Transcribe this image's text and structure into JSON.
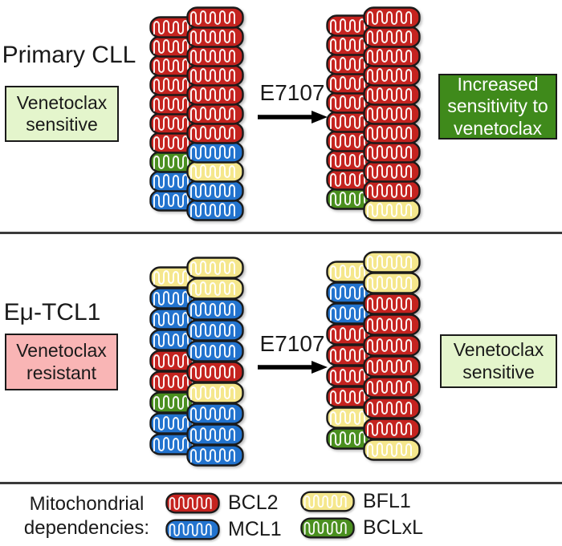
{
  "colors": {
    "red": "#C4231F",
    "blue": "#2273CE",
    "yellow": "#F5E78C",
    "green": "#4A8F1F",
    "light_green_box": "#E4F5CC",
    "dark_green_box": "#3F8A1B",
    "pink_box": "#F9B5B5"
  },
  "panels": [
    {
      "id": "primary-cll",
      "title": "Primary CLL",
      "condition_box": {
        "lines": [
          "Venetoclax",
          "sensitive"
        ],
        "style": "light-green"
      },
      "treatment_label": "E7107",
      "before_stack": {
        "back": [
          "red",
          "red",
          "red",
          "red",
          "red",
          "red",
          "red",
          "green",
          "blue",
          "blue"
        ],
        "front": [
          "red",
          "red",
          "red",
          "red",
          "red",
          "red",
          "red",
          "blue",
          "yellow",
          "blue",
          "blue"
        ]
      },
      "after_stack": {
        "back": [
          "red",
          "red",
          "red",
          "red",
          "red",
          "red",
          "red",
          "red",
          "red",
          "green"
        ],
        "front": [
          "red",
          "red",
          "red",
          "red",
          "red",
          "red",
          "red",
          "red",
          "red",
          "red",
          "yellow"
        ]
      },
      "outcome_box": {
        "lines": [
          "Increased",
          "sensitivity to",
          "venetoclax"
        ],
        "style": "dark-green"
      }
    },
    {
      "id": "emu-tcl1",
      "title": "Eμ-TCL1",
      "condition_box": {
        "lines": [
          "Venetoclax",
          "resistant"
        ],
        "style": "pink"
      },
      "treatment_label": "E7107",
      "before_stack": {
        "back": [
          "yellow",
          "blue",
          "blue",
          "blue",
          "red",
          "red",
          "green",
          "blue",
          "blue"
        ],
        "front": [
          "yellow",
          "yellow",
          "blue",
          "blue",
          "blue",
          "red",
          "yellow",
          "blue",
          "blue",
          "blue"
        ]
      },
      "after_stack": {
        "back": [
          "yellow",
          "blue",
          "blue",
          "red",
          "red",
          "red",
          "red",
          "yellow",
          "green"
        ],
        "front": [
          "yellow",
          "yellow",
          "red",
          "red",
          "red",
          "red",
          "red",
          "red",
          "red",
          "yellow"
        ]
      },
      "outcome_box": {
        "lines": [
          "Venetoclax",
          "sensitive"
        ],
        "style": "light-green"
      }
    }
  ],
  "legend": {
    "label_lines": [
      "Mitochondrial",
      "dependencies:"
    ],
    "entries": [
      {
        "color": "red",
        "label": "BCL2"
      },
      {
        "color": "blue",
        "label": "MCL1"
      },
      {
        "color": "yellow",
        "label": "BFL1"
      },
      {
        "color": "green",
        "label": "BCLxL"
      }
    ]
  }
}
